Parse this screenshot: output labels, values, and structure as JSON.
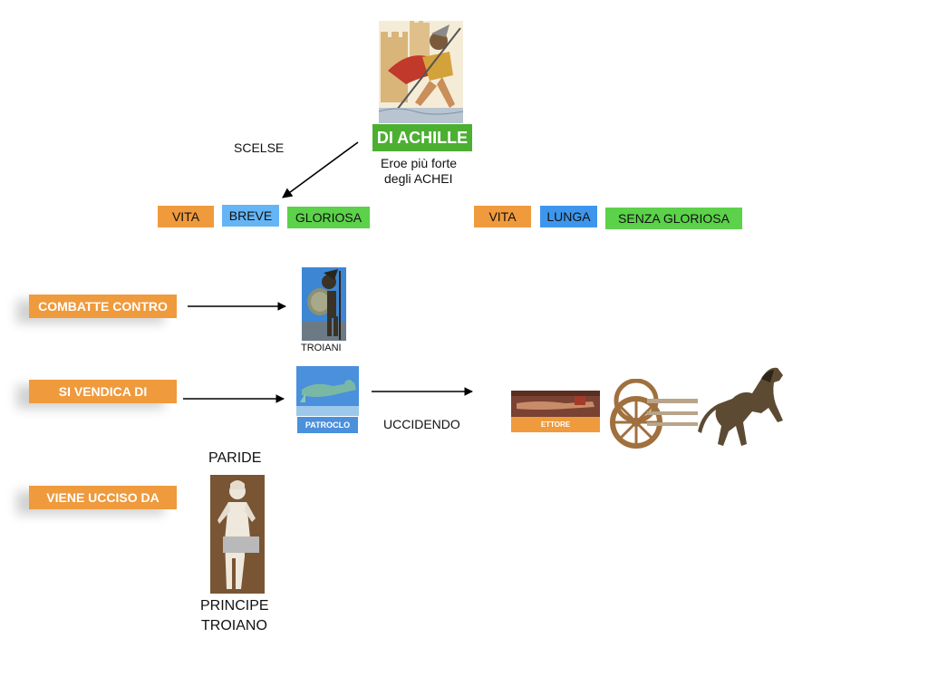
{
  "title": {
    "label": "DI ACHILLE",
    "caption_line1": "Eroe più forte",
    "caption_line2": "degli ACHEI"
  },
  "choice": {
    "label": "SCELSE",
    "left": [
      "VITA",
      "BREVE",
      "GLORIOSA"
    ],
    "right": [
      "VITA",
      "LUNGA",
      "SENZA GLORIOSA"
    ]
  },
  "rows": {
    "combat": {
      "label": "COMBATTE CONTRO",
      "target_caption": "TROIANI"
    },
    "revenge": {
      "label": "SI VENDICA DI",
      "target_caption": "PATROCLO",
      "action": "UCCIDENDO",
      "victim_caption": "ETTORE"
    },
    "killed": {
      "label": "VIENE UCCISO DA",
      "name": "PARIDE",
      "role_line1": "PRINCIPE",
      "role_line2": "TROIANO"
    }
  },
  "icons": [
    "achilles-image",
    "spartan-warrior-image",
    "fallen-statue-image",
    "hector-painting-image",
    "chariot-image",
    "horse-image",
    "paris-statue-image"
  ],
  "colors": {
    "orange": "#ef9a3c",
    "blue": "#64b5f6",
    "blue_dark": "#3e96ec",
    "green": "#5cd14a",
    "title_green": "#4caf32"
  }
}
